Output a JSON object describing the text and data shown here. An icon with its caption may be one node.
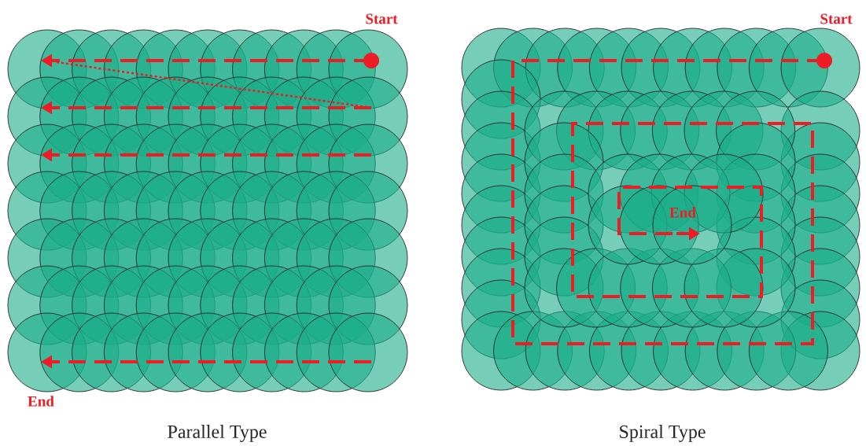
{
  "diagram": {
    "labels": [
      "Start",
      "End",
      "Parallel Type",
      "Start",
      "End",
      "Spiral Type"
    ]
  }
}
